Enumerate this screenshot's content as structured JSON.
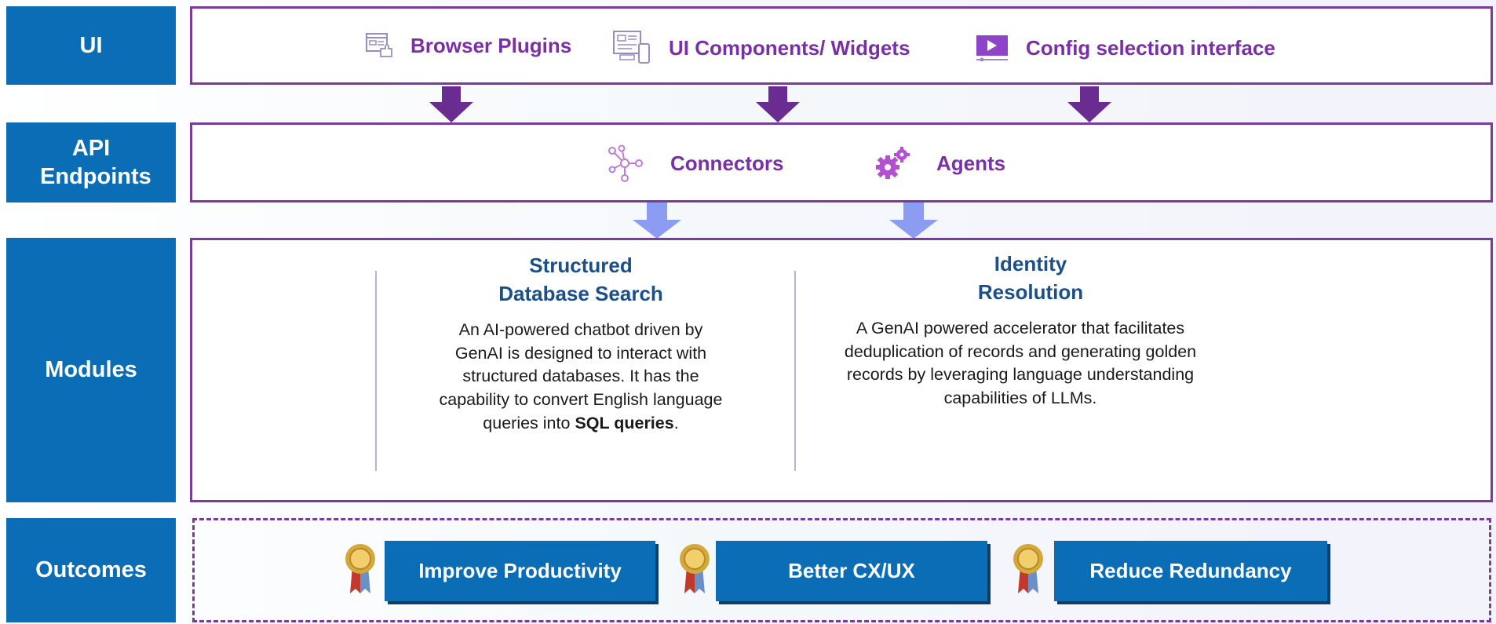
{
  "layers": {
    "ui": "UI",
    "api": "API Endpoints",
    "modules": "Modules",
    "outcomes": "Outcomes"
  },
  "ui_items": [
    {
      "label": "Browser Plugins",
      "icon": "browser-plugin-icon"
    },
    {
      "label": "UI Components/ Widgets",
      "icon": "devices-icon"
    },
    {
      "label": "Config selection interface",
      "icon": "video-play-icon"
    }
  ],
  "api_items": [
    {
      "label": "Connectors",
      "icon": "network-nodes-icon"
    },
    {
      "label": "Agents",
      "icon": "gears-icon"
    }
  ],
  "modules": [
    {
      "title_line1": "Structured",
      "title_line2": "Database Search",
      "desc_lines": [
        "An AI-powered chatbot driven by",
        "GenAI is designed to interact with",
        "structured databases. It has the",
        "capability to convert English language"
      ],
      "desc_last_prefix": "queries into ",
      "desc_last_bold": "SQL queries",
      "desc_last_suffix": "."
    },
    {
      "title_line1": "Identity",
      "title_line2": "Resolution",
      "desc_lines": [
        "A GenAI powered accelerator that facilitates",
        "deduplication of records and generating golden",
        "records by leveraging language understanding",
        "capabilities of LLMs."
      ]
    }
  ],
  "outcomes": [
    {
      "label": "Improve Productivity",
      "icon": "medal-icon"
    },
    {
      "label": "Better CX/UX",
      "icon": "medal-icon"
    },
    {
      "label": "Reduce Redundancy",
      "icon": "medal-icon"
    }
  ],
  "colors": {
    "label_blue": "#0a6db6",
    "purple": "#7a2fa6",
    "arrow_purple": "#6a2c91",
    "arrow_light": "#8b9cf2",
    "title_blue": "#1b4f8a"
  }
}
